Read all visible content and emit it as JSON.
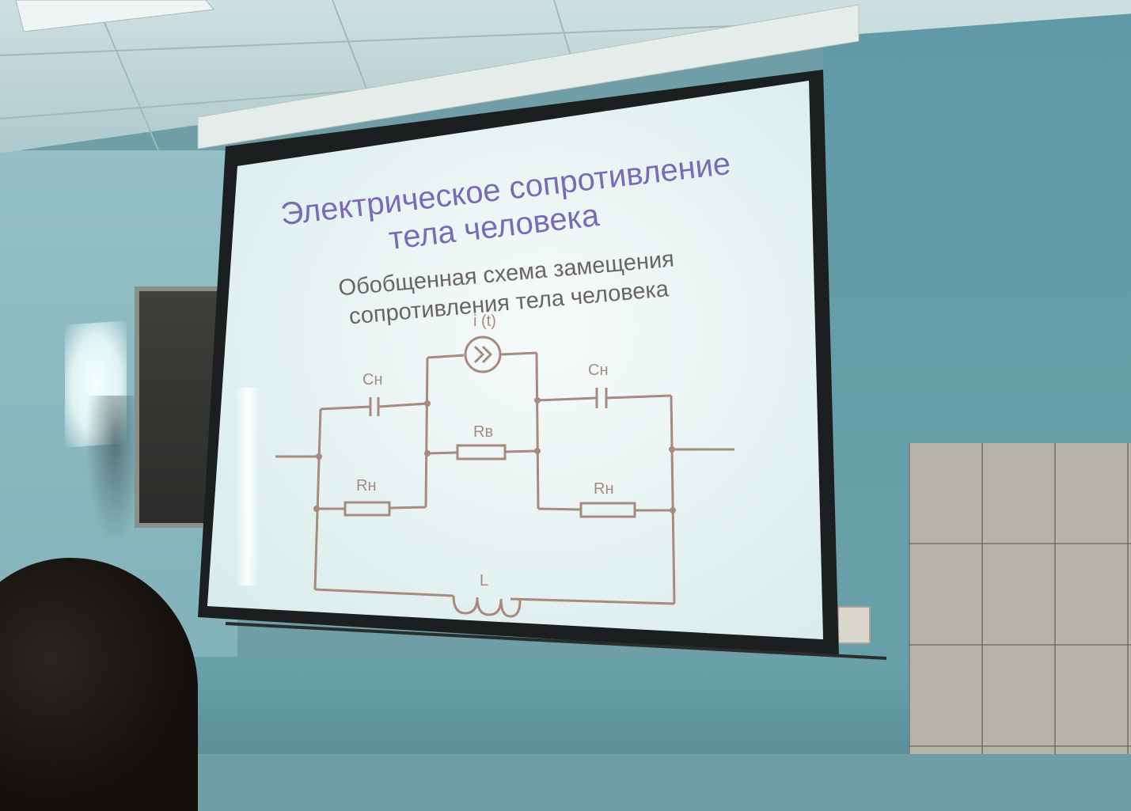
{
  "slide": {
    "title_line1": "Электрическое сопротивление",
    "title_line2": "тела человека",
    "subtitle_line1": "Обобщенная схема замещения",
    "subtitle_line2": "сопротивления тела человека"
  },
  "circuit": {
    "current_source_label": "i (t)",
    "cap_left_label": "Cн",
    "cap_right_label": "Cн",
    "res_left_label": "Rн",
    "res_right_label": "Rн",
    "res_middle_label": "Rв",
    "inductor_label": "L"
  },
  "colors": {
    "title": "#7a6ab8",
    "subtitle": "#6b6560",
    "circuit": "#a88a7e",
    "screen": "#e8f4f4"
  }
}
